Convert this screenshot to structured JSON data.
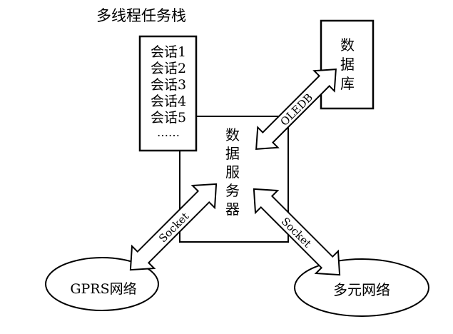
{
  "task_stack": {
    "title": "多线程任务栈",
    "sessions": [
      "会话1",
      "会话2",
      "会话3",
      "会话4",
      "会话5"
    ],
    "ellipsis": "……"
  },
  "database": {
    "label": [
      "数",
      "据",
      "库"
    ]
  },
  "data_server": {
    "label": [
      "数",
      "据",
      "服",
      "务",
      "器"
    ]
  },
  "connections": {
    "oledb": "OLEDB",
    "socket_left": "Socket",
    "socket_right": "Socket"
  },
  "networks": {
    "gprs": "GPRS网络",
    "multi": "多元网络"
  }
}
